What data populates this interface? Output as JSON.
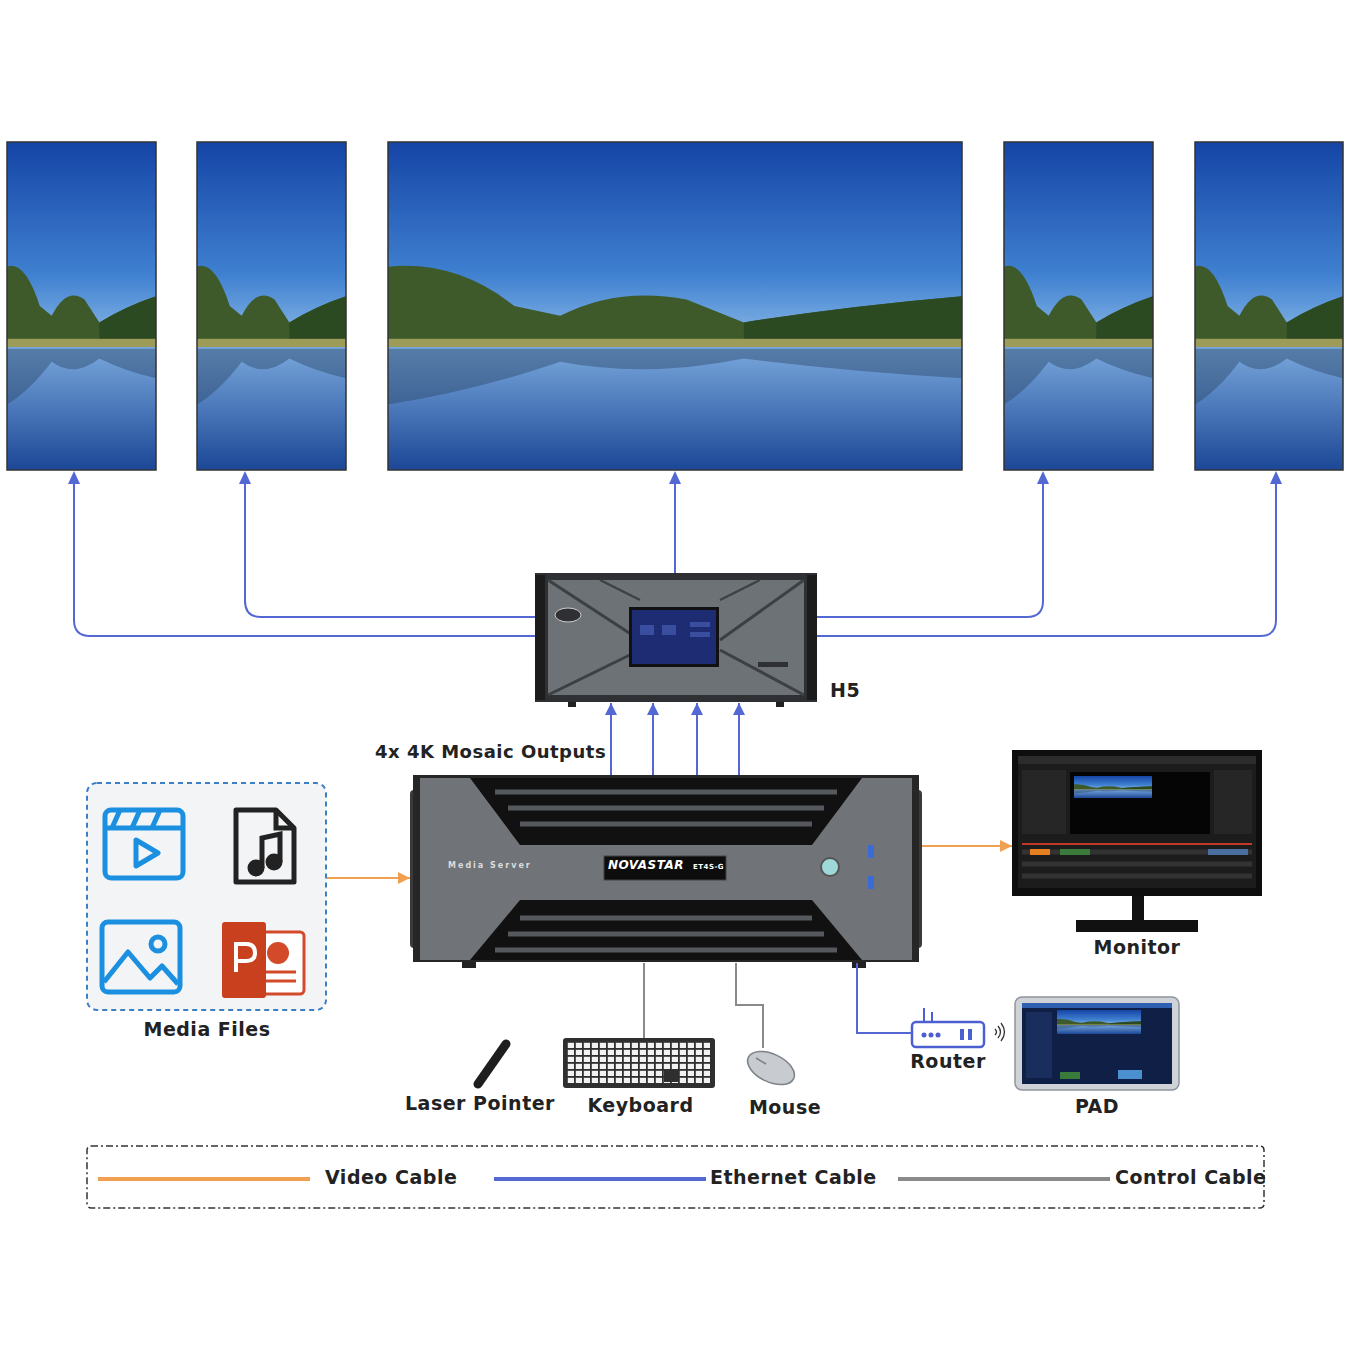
{
  "diagram": {
    "nodes": [
      {
        "text": [
          "Media Files"
        ]
      },
      {
        "text": [
          "Media Server",
          "NOVASTAR",
          "ET4S-G"
        ]
      },
      {
        "text": [
          "H5"
        ]
      },
      {
        "text": [
          "Monitor"
        ]
      },
      {
        "text": [
          "Router"
        ]
      },
      {
        "text": [
          "PAD"
        ]
      },
      {
        "text": [
          "Laser Pointer"
        ]
      },
      {
        "text": [
          "Keyboard"
        ]
      },
      {
        "text": [
          "Mouse"
        ]
      }
    ],
    "edges": [
      {
        "from": 0,
        "to": 1,
        "arrow": "to"
      },
      {
        "from": 1,
        "to": 2,
        "arrow": "to"
      },
      {
        "from": 1,
        "to": 2,
        "arrow": "to"
      },
      {
        "from": 1,
        "to": 2,
        "arrow": "to"
      },
      {
        "from": 1,
        "to": 2,
        "arrow": "to"
      },
      {
        "from": 1,
        "to": 3,
        "arrow": "to"
      },
      {
        "from": 1,
        "to": 7,
        "arrow": "none"
      },
      {
        "from": 1,
        "to": 8,
        "arrow": "none"
      },
      {
        "from": 1,
        "to": 4,
        "arrow": "none"
      }
    ],
    "labels": [
      "4x 4K Mosaic Outputs"
    ],
    "legend": [
      {
        "text": "Video Cable",
        "color": "#f0a050"
      },
      {
        "text": "Ethernet Cable",
        "color": "#5468d4"
      },
      {
        "text": "Control Cable",
        "color": "#8a8a8a"
      }
    ]
  }
}
